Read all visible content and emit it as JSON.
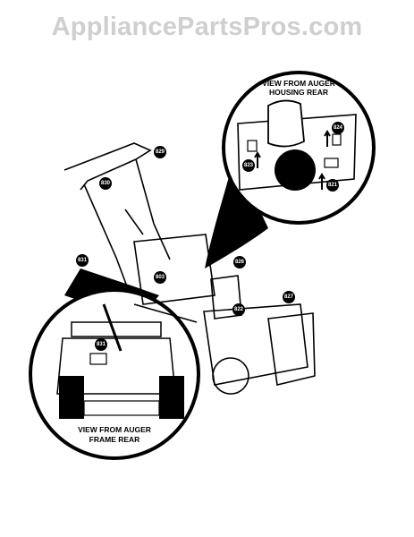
{
  "watermark": "AppliancePartsPros.com",
  "callouts": {
    "top_view": {
      "line1": "VIEW FROM AUGER",
      "line2": "HOUSING REAR"
    },
    "bottom_view": {
      "line1": "VIEW FROM AUGER",
      "line2": "FRAME REAR"
    }
  },
  "part_refs": {
    "r1": "829",
    "r2": "830",
    "r3": "831",
    "r4": "803",
    "r5": "826",
    "r6": "822",
    "r7": "827",
    "r8": "824",
    "r9": "823",
    "r10": "821",
    "r11": "831"
  }
}
